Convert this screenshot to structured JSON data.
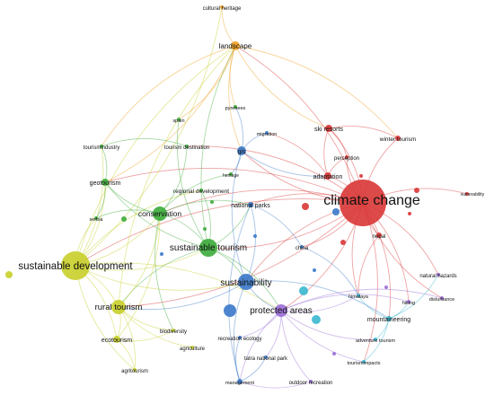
{
  "clusters": {
    "red": "#d93636",
    "yellow": "#c8cf2a",
    "green": "#3cab3a",
    "blue": "#3a78c9",
    "purple": "#9a6bd6",
    "cyan": "#38b8d0",
    "orange": "#f0a020"
  },
  "nodes": [
    {
      "id": "climate-change",
      "label": "climate change",
      "cluster": "red"
    },
    {
      "id": "sustainable-development",
      "label": "sustainable development",
      "cluster": "yellow"
    },
    {
      "id": "sustainable-tourism",
      "label": "sustainable tourism",
      "cluster": "green"
    },
    {
      "id": "sustainability",
      "label": "sustainability",
      "cluster": "blue"
    },
    {
      "id": "protected-areas",
      "label": "protected areas",
      "cluster": "purple"
    },
    {
      "id": "rural-tourism",
      "label": "rural tourism",
      "cluster": "yellow"
    },
    {
      "id": "conservation",
      "label": "conservation",
      "cluster": "green"
    },
    {
      "id": "landscape",
      "label": "landscape",
      "cluster": "orange"
    },
    {
      "id": "cultural-heritage",
      "label": "cultural heritage",
      "cluster": "orange"
    },
    {
      "id": "ski-resorts",
      "label": "ski resorts",
      "cluster": "red"
    },
    {
      "id": "winter-tourism",
      "label": "winter tourism",
      "cluster": "red"
    },
    {
      "id": "adaptation",
      "label": "adaptation",
      "cluster": "red"
    },
    {
      "id": "perception",
      "label": "perception",
      "cluster": "red"
    },
    {
      "id": "nepal",
      "label": "nepal",
      "cluster": "red"
    },
    {
      "id": "vulnerability",
      "label": "vulnerability",
      "cluster": "red"
    },
    {
      "id": "gis",
      "label": "gis",
      "cluster": "blue"
    },
    {
      "id": "national-parks",
      "label": "national parks",
      "cluster": "blue"
    },
    {
      "id": "geotourism",
      "label": "geotourism",
      "cluster": "green"
    },
    {
      "id": "regional-development",
      "label": "regional development",
      "cluster": "green"
    },
    {
      "id": "tourism-destination",
      "label": "tourism destination",
      "cluster": "green"
    },
    {
      "id": "tourism-industry",
      "label": "tourismindustry",
      "cluster": "green"
    },
    {
      "id": "spain",
      "label": "spain",
      "cluster": "green"
    },
    {
      "id": "pyrenees",
      "label": "pyrenees",
      "cluster": "green"
    },
    {
      "id": "migration",
      "label": "migration",
      "cluster": "blue"
    },
    {
      "id": "heritage",
      "label": "heritage",
      "cluster": "green"
    },
    {
      "id": "serbia",
      "label": "serbia",
      "cluster": "green"
    },
    {
      "id": "ecotourism",
      "label": "ecotourism",
      "cluster": "yellow"
    },
    {
      "id": "biodiversity",
      "label": "biodiversity",
      "cluster": "yellow"
    },
    {
      "id": "agriculture",
      "label": "agriculture",
      "cluster": "yellow"
    },
    {
      "id": "agritourism",
      "label": "agritourism",
      "cluster": "yellow"
    },
    {
      "id": "recreation-ecology",
      "label": "recreation ecology",
      "cluster": "blue"
    },
    {
      "id": "tatra-national-park",
      "label": "tatra national park",
      "cluster": "blue"
    },
    {
      "id": "management",
      "label": "management",
      "cluster": "blue"
    },
    {
      "id": "outdoor-recreation",
      "label": "outdoor recreation",
      "cluster": "purple"
    },
    {
      "id": "china",
      "label": "china",
      "cluster": "blue"
    },
    {
      "id": "himalaya",
      "label": "himalaya",
      "cluster": "cyan"
    },
    {
      "id": "mountaineering",
      "label": "mountaineering",
      "cluster": "cyan"
    },
    {
      "id": "hiking",
      "label": "hiking",
      "cluster": "purple"
    },
    {
      "id": "adventure-tourism",
      "label": "adventure tourism",
      "cluster": "cyan"
    },
    {
      "id": "tourism-impacts",
      "label": "tourismimpacts",
      "cluster": "cyan"
    },
    {
      "id": "natural-hazards",
      "label": "natural hazards",
      "cluster": "purple"
    },
    {
      "id": "disturbance",
      "label": "disturbance",
      "cluster": "purple"
    }
  ]
}
